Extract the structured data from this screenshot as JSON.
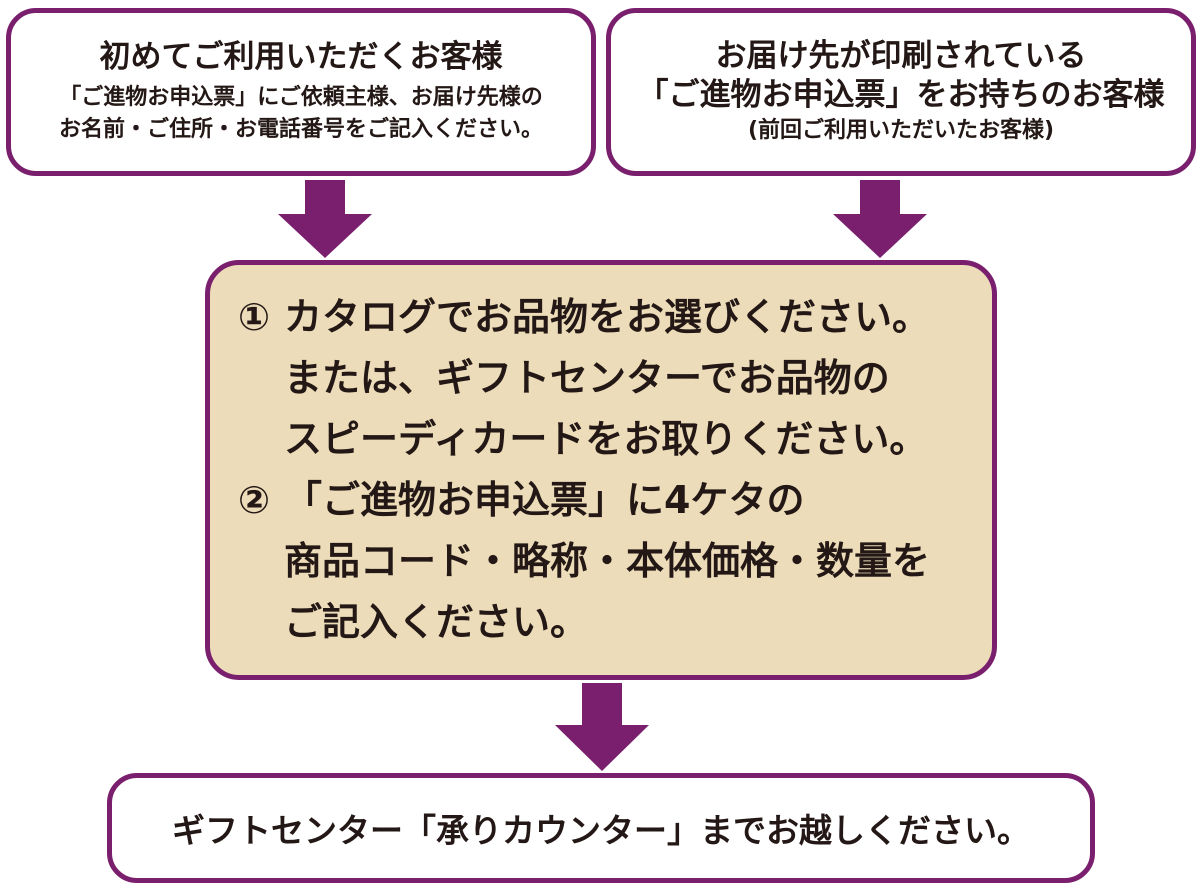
{
  "colors": {
    "border": "#7a1f6e",
    "arrow": "#7a1f6e",
    "step_box_bg": "#ecdcb9",
    "text": "#231815"
  },
  "first_time_box": {
    "title": "初めてご利用いただくお客様",
    "line1": "「ご進物お申込票」にご依頼主様、お届け先様の",
    "line2": "お名前・ご住所・お電話番号をご記入ください。"
  },
  "repeat_box": {
    "title_line1": "お届け先が印刷されている",
    "title_line2": "「ご進物お申込票」をお持ちのお客様",
    "note": "(前回ご利用いただいたお客様)"
  },
  "steps": [
    {
      "marker": "①",
      "lines": [
        "カタログでお品物をお選びください。",
        "または、ギフトセンターでお品物の",
        "スピーディカードをお取りください。"
      ]
    },
    {
      "marker": "②",
      "lines": [
        "「ご進物お申込票」に4ケタの",
        "商品コード・略称・本体価格・数量を",
        "ご記入ください。"
      ]
    }
  ],
  "final_box": {
    "text": "ギフトセンター「承りカウンター」までお越しください。"
  }
}
